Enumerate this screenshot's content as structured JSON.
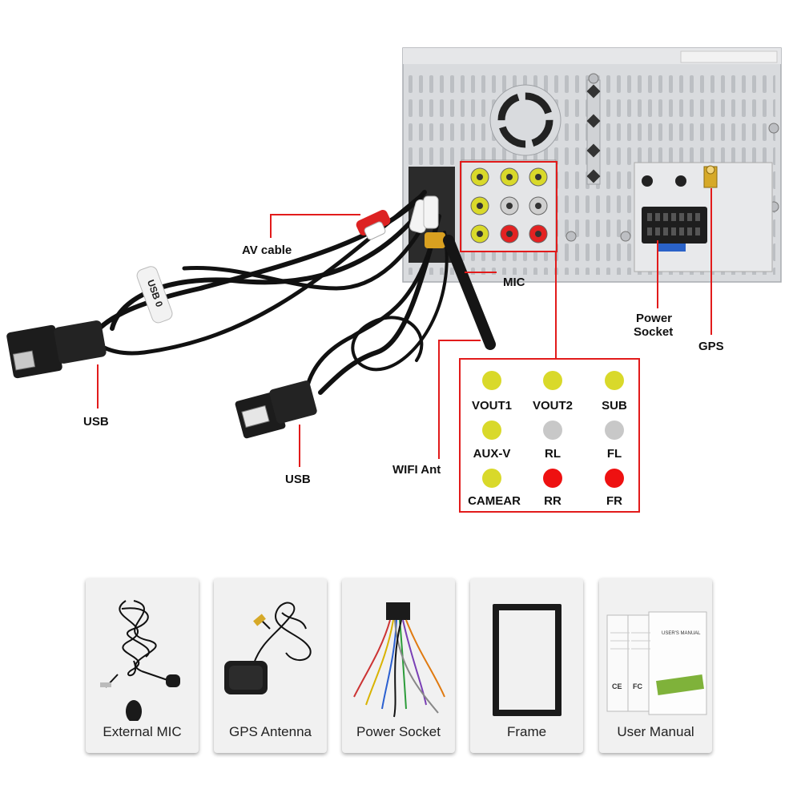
{
  "callouts": {
    "av_cable": "AV cable",
    "mic": "MIC",
    "power_socket_line1": "Power",
    "power_socket_line2": "Socket",
    "gps": "GPS",
    "usb_left": "USB",
    "usb_center": "USB",
    "wifi_ant": "WIFI Ant"
  },
  "legend": {
    "items": [
      {
        "label": "VOUT1",
        "color": "#d9d92a"
      },
      {
        "label": "VOUT2",
        "color": "#d9d92a"
      },
      {
        "label": "SUB",
        "color": "#d9d92a"
      },
      {
        "label": "AUX-V",
        "color": "#d9d92a"
      },
      {
        "label": "RL",
        "color": "#c8c8c8"
      },
      {
        "label": "FL",
        "color": "#c8c8c8"
      },
      {
        "label": "CAMEAR",
        "color": "#d9d92a"
      },
      {
        "label": "RR",
        "color": "#ee1111"
      },
      {
        "label": "FR",
        "color": "#ee1111"
      }
    ]
  },
  "accessories": [
    {
      "label": "External MIC",
      "icon": "microphone-icon"
    },
    {
      "label": "GPS Antenna",
      "icon": "gps-antenna-icon"
    },
    {
      "label": "Power Socket",
      "icon": "wiring-harness-icon"
    },
    {
      "label": "Frame",
      "icon": "frame-icon"
    },
    {
      "label": "User Manual",
      "icon": "manual-icon"
    }
  ],
  "manual_cover_text": "USER'S MANUAL",
  "usb_cable_print": "USB 0",
  "colors": {
    "callout_line": "#e21b1b",
    "chassis": "#d7d9dc",
    "rca_yellow": "#d9d92a",
    "rca_red": "#ee1111",
    "rca_white": "#c8c8c8"
  }
}
